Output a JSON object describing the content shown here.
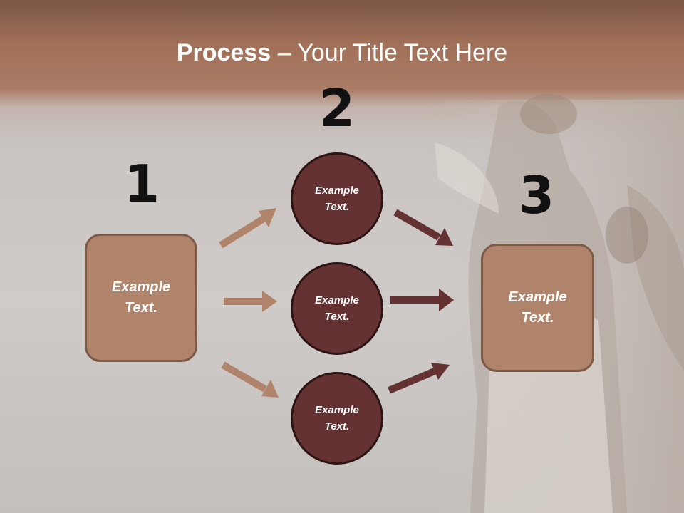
{
  "title": {
    "bold": "Process",
    "rest": " – Your Title Text Here"
  },
  "step_numbers": [
    "1",
    "2",
    "3"
  ],
  "nodes": {
    "left_box": {
      "label": "Example Text."
    },
    "circles": [
      {
        "label": "Example Text."
      },
      {
        "label": "Example Text."
      },
      {
        "label": "Example Text."
      }
    ],
    "right_box": {
      "label": "Example Text."
    }
  },
  "colors": {
    "box_fill": "#b0836b",
    "box_border": "#7d5a48",
    "circle_fill": "#643232",
    "circle_border": "#2b1412",
    "arrow_light": "#b0836b",
    "arrow_dark": "#643232",
    "title_band": "#a06f58"
  }
}
